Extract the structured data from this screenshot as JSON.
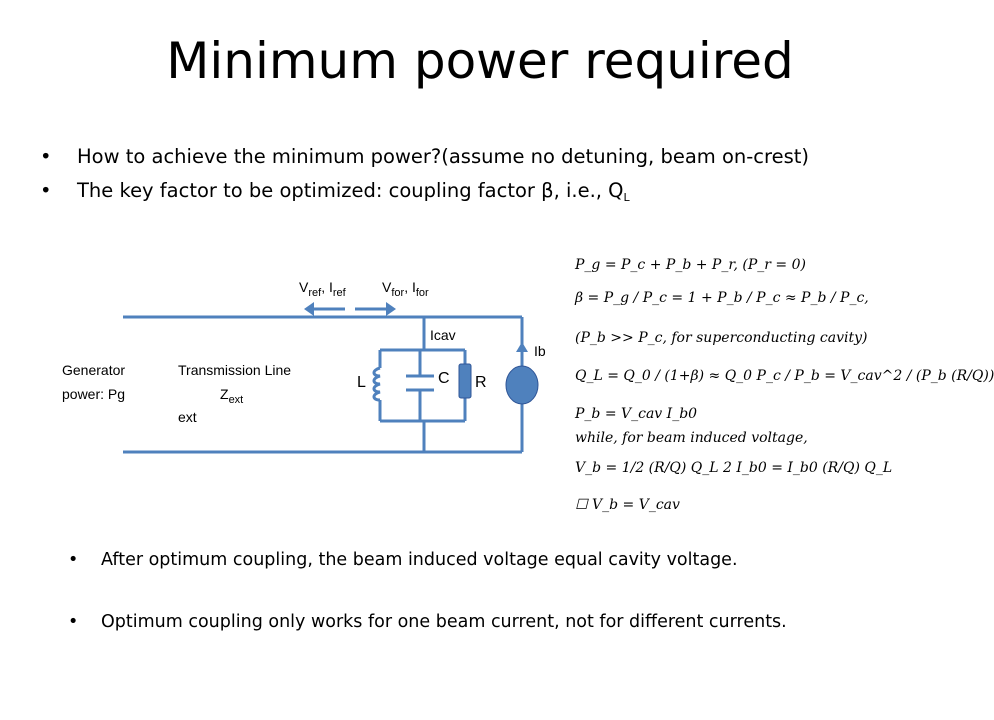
{
  "title": "Minimum power required",
  "bullets": [
    "How to achieve the minimum power?(assume no detuning, beam on-crest)",
    "The key factor to be optimized: coupling factor β, i.e., Q",
    "L"
  ],
  "circuit": {
    "vref": "V",
    "vref_sub": "ref",
    "iref": "I",
    "iref_sub": "ref",
    "vfor": "V",
    "vfor_sub": "for",
    "ifor": "I",
    "ifor_sub": "for",
    "icav": "Icav",
    "ib": "Ib",
    "generator_line1": "Generator",
    "generator_line2": "power: Pg",
    "tline_line1": "Transmission Line",
    "zext": "Z",
    "zext_sub": "ext",
    "ext": "ext",
    "L": "L",
    "C": "C",
    "R": "R"
  },
  "equations": [
    "P_g = P_c + P_b + P_r, (P_r = 0)",
    "β = P_g / P_c = 1 + P_b / P_c ≈ P_b / P_c,",
    "(P_b >> P_c, for superconducting cavity)",
    "Q_L = Q_0 / (1+β) ≈ Q_0 P_c / P_b = V_cav^2 / (P_b (R/Q))",
    "P_b = V_cav I_b0",
    "while, for beam induced voltage,",
    "V_b = 1/2 (R/Q) Q_L 2 I_b0 = I_b0 (R/Q) Q_L",
    "V_b = V_cav"
  ],
  "bottom_bullets": [
    "After optimum coupling, the beam induced voltage equal cavity voltage.",
    "Optimum coupling only works for one beam current, not for different currents."
  ],
  "colors": {
    "wire": "#4f81bd",
    "component": "#4f81bd",
    "arrow": "#4f81bd"
  }
}
